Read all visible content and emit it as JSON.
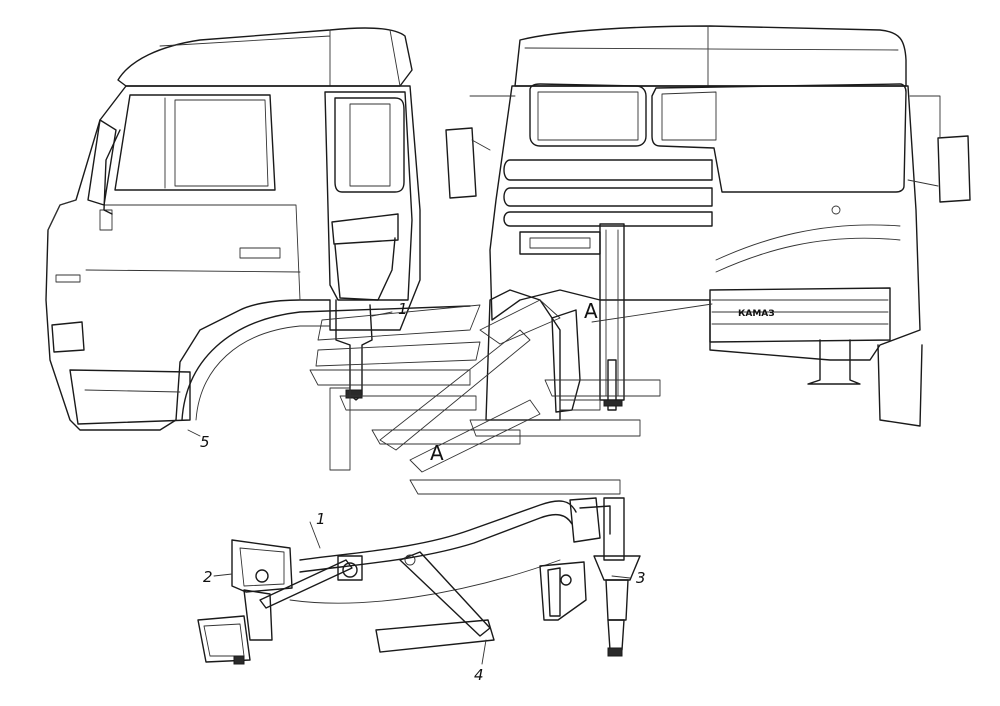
{
  "diagram": {
    "callouts": [
      {
        "id": "1",
        "text": "1"
      },
      {
        "id": "1b",
        "text": "1"
      },
      {
        "id": "2",
        "text": "2"
      },
      {
        "id": "3",
        "text": "3"
      },
      {
        "id": "4",
        "text": "4"
      },
      {
        "id": "5",
        "text": "5"
      }
    ],
    "view_labels": [
      {
        "id": "A-top",
        "text": "A"
      },
      {
        "id": "A-bottom",
        "text": "A"
      }
    ],
    "grille_badge": "КАМАЗ",
    "colors": {
      "line": "#1a1a1a",
      "background": "#ffffff"
    }
  }
}
